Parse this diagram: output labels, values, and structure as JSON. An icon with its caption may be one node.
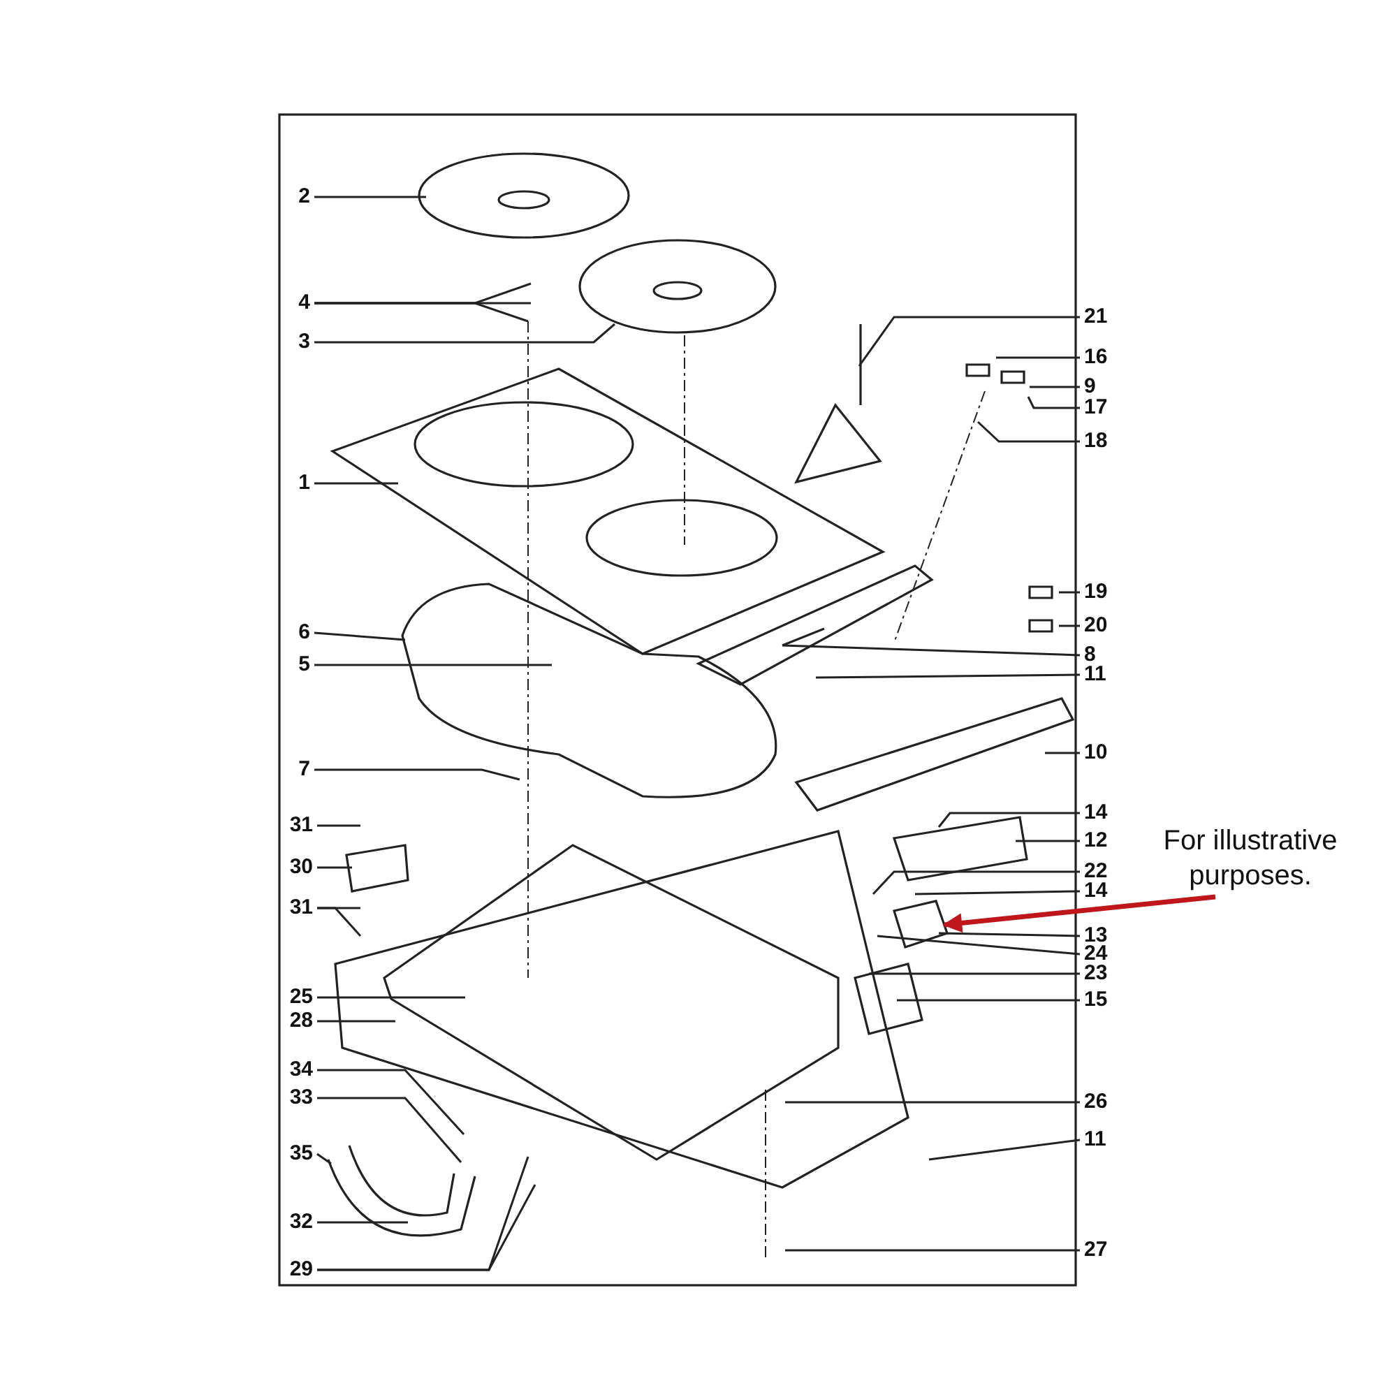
{
  "diagram": {
    "nodes": [
      {
        "text": [
          "2"
        ]
      },
      {
        "text": [
          "4"
        ]
      },
      {
        "text": [
          "3"
        ]
      },
      {
        "text": [
          "1"
        ]
      },
      {
        "text": [
          "6"
        ]
      },
      {
        "text": [
          "5"
        ]
      },
      {
        "text": [
          "7"
        ]
      },
      {
        "text": [
          "31"
        ]
      },
      {
        "text": [
          "30"
        ]
      },
      {
        "text": [
          "31"
        ]
      },
      {
        "text": [
          "25"
        ]
      },
      {
        "text": [
          "28"
        ]
      },
      {
        "text": [
          "34"
        ]
      },
      {
        "text": [
          "33"
        ]
      },
      {
        "text": [
          "35"
        ]
      },
      {
        "text": [
          "32"
        ]
      },
      {
        "text": [
          "29"
        ]
      },
      {
        "text": [
          "21"
        ]
      },
      {
        "text": [
          "16"
        ]
      },
      {
        "text": [
          "9"
        ]
      },
      {
        "text": [
          "17"
        ]
      },
      {
        "text": [
          "18"
        ]
      },
      {
        "text": [
          "19"
        ]
      },
      {
        "text": [
          "20"
        ]
      },
      {
        "text": [
          "8"
        ]
      },
      {
        "text": [
          "11"
        ]
      },
      {
        "text": [
          "10"
        ]
      },
      {
        "text": [
          "14"
        ]
      },
      {
        "text": [
          "12"
        ]
      },
      {
        "text": [
          "22"
        ]
      },
      {
        "text": [
          "14"
        ]
      },
      {
        "text": [
          "13"
        ]
      },
      {
        "text": [
          "24"
        ]
      },
      {
        "text": [
          "23"
        ]
      },
      {
        "text": [
          "15"
        ]
      },
      {
        "text": [
          "26"
        ]
      },
      {
        "text": [
          "11"
        ]
      },
      {
        "text": [
          "27"
        ]
      },
      {
        "text": [
          "For illustrative purposes."
        ]
      }
    ],
    "edges": [
      {
        "from": 0,
        "to": null,
        "arrow": "none"
      },
      {
        "from": 1,
        "to": null,
        "arrow": "none"
      },
      {
        "from": 1,
        "to": null,
        "arrow": "none"
      },
      {
        "from": 1,
        "to": null,
        "arrow": "none"
      },
      {
        "from": 2,
        "to": null,
        "arrow": "none"
      },
      {
        "from": 3,
        "to": null,
        "arrow": "none"
      },
      {
        "from": 4,
        "to": null,
        "arrow": "none"
      },
      {
        "from": 5,
        "to": null,
        "arrow": "none"
      },
      {
        "from": 6,
        "to": null,
        "arrow": "none"
      },
      {
        "from": 7,
        "to": null,
        "arrow": "none"
      },
      {
        "from": 8,
        "to": null,
        "arrow": "none"
      },
      {
        "from": 9,
        "to": null,
        "arrow": "none"
      },
      {
        "from": 9,
        "to": null,
        "arrow": "none"
      },
      {
        "from": 10,
        "to": null,
        "arrow": "none"
      },
      {
        "from": 11,
        "to": null,
        "arrow": "none"
      },
      {
        "from": 12,
        "to": null,
        "arrow": "none"
      },
      {
        "from": 13,
        "to": null,
        "arrow": "none"
      },
      {
        "from": 14,
        "to": null,
        "arrow": "none"
      },
      {
        "from": 15,
        "to": null,
        "arrow": "none"
      },
      {
        "from": 16,
        "to": null,
        "arrow": "none"
      },
      {
        "from": 16,
        "to": null,
        "arrow": "none"
      },
      {
        "from": 17,
        "to": null,
        "arrow": "none"
      },
      {
        "from": 18,
        "to": null,
        "arrow": "none"
      },
      {
        "from": 19,
        "to": null,
        "arrow": "none"
      },
      {
        "from": 20,
        "to": null,
        "arrow": "none"
      },
      {
        "from": 21,
        "to": null,
        "arrow": "none"
      },
      {
        "from": 22,
        "to": null,
        "arrow": "none"
      },
      {
        "from": 23,
        "to": null,
        "arrow": "none"
      },
      {
        "from": 24,
        "to": null,
        "arrow": "none"
      },
      {
        "from": 25,
        "to": null,
        "arrow": "none"
      },
      {
        "from": 26,
        "to": null,
        "arrow": "none"
      },
      {
        "from": 27,
        "to": null,
        "arrow": "none"
      },
      {
        "from": 28,
        "to": null,
        "arrow": "none"
      },
      {
        "from": 29,
        "to": null,
        "arrow": "none"
      },
      {
        "from": 30,
        "to": null,
        "arrow": "none"
      },
      {
        "from": 31,
        "to": null,
        "arrow": "none"
      },
      {
        "from": 32,
        "to": null,
        "arrow": "none"
      },
      {
        "from": 33,
        "to": null,
        "arrow": "none"
      },
      {
        "from": 34,
        "to": null,
        "arrow": "none"
      },
      {
        "from": 35,
        "to": null,
        "arrow": "none"
      },
      {
        "from": 36,
        "to": null,
        "arrow": "none"
      },
      {
        "from": 37,
        "to": null,
        "arrow": "none"
      },
      {
        "from": 38,
        "to": null,
        "arrow": "to",
        "style": "thick",
        "color": "#c0161b"
      }
    ]
  }
}
